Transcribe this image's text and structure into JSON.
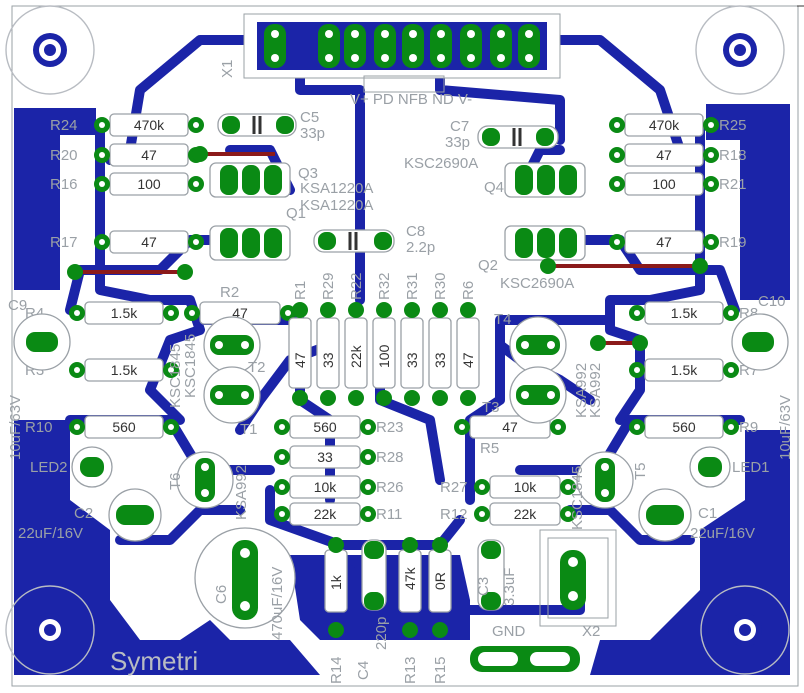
{
  "board": {
    "title": "Symetri",
    "connector_input": {
      "ref": "X1",
      "pins": "V+ PD NFB ND V-"
    },
    "connector_output": {
      "ref": "X2",
      "label": "GND"
    }
  },
  "colors": {
    "copper": "#1b24a8",
    "pad": "#0a8a14",
    "silkscreen": "#9aa0a6",
    "jumper": "#8b1a1a"
  },
  "resistors": [
    {
      "ref": "R24",
      "value": "470k"
    },
    {
      "ref": "R25",
      "value": "470k"
    },
    {
      "ref": "R20",
      "value": "47"
    },
    {
      "ref": "R18",
      "value": "47"
    },
    {
      "ref": "R16",
      "value": "100"
    },
    {
      "ref": "R21",
      "value": "100"
    },
    {
      "ref": "R17",
      "value": "47"
    },
    {
      "ref": "R19",
      "value": "47"
    },
    {
      "ref": "R4",
      "value": "1.5k"
    },
    {
      "ref": "R8",
      "value": "1.5k"
    },
    {
      "ref": "R3",
      "value": "1.5k"
    },
    {
      "ref": "R7",
      "value": "1.5k"
    },
    {
      "ref": "R10",
      "value": "560"
    },
    {
      "ref": "R9",
      "value": "560"
    },
    {
      "ref": "R2",
      "value": "47"
    },
    {
      "ref": "R5",
      "value": "47"
    },
    {
      "ref": "R23",
      "value": "560"
    },
    {
      "ref": "R28",
      "value": "33"
    },
    {
      "ref": "R26",
      "value": "10k"
    },
    {
      "ref": "R11",
      "value": "22k"
    },
    {
      "ref": "R27",
      "value": "10k"
    },
    {
      "ref": "R12",
      "value": "22k"
    },
    {
      "ref": "R1",
      "value": "47"
    },
    {
      "ref": "R29",
      "value": "33"
    },
    {
      "ref": "R22",
      "value": "22k"
    },
    {
      "ref": "R32",
      "value": "100"
    },
    {
      "ref": "R31",
      "value": "33"
    },
    {
      "ref": "R30",
      "value": "33"
    },
    {
      "ref": "R6",
      "value": "47"
    },
    {
      "ref": "R14",
      "value": "1k"
    },
    {
      "ref": "R13",
      "value": "47k"
    },
    {
      "ref": "R15",
      "value": "0R"
    }
  ],
  "capacitors": [
    {
      "ref": "C5",
      "value": "33p"
    },
    {
      "ref": "C7",
      "value": "33p"
    },
    {
      "ref": "C8",
      "value": "2.2p"
    },
    {
      "ref": "C9",
      "value": "10uF/63V"
    },
    {
      "ref": "C10",
      "value": "10uF/63V"
    },
    {
      "ref": "C2",
      "value": "22uF/16V"
    },
    {
      "ref": "C1",
      "value": "22uF/16V"
    },
    {
      "ref": "C6",
      "value": "470uF/16V"
    },
    {
      "ref": "C4",
      "value": "220p"
    },
    {
      "ref": "C3",
      "value": "3.3uF"
    }
  ],
  "transistors": [
    {
      "ref": "Q3",
      "part": "KSA1220A"
    },
    {
      "ref": "Q1",
      "part": "KSA1220A"
    },
    {
      "ref": "Q4",
      "part": "KSC2690A"
    },
    {
      "ref": "Q2",
      "part": "KSC2690A"
    },
    {
      "ref": "T2",
      "part": "KSC1845"
    },
    {
      "ref": "T1",
      "part": "KSC1845"
    },
    {
      "ref": "T4",
      "part": "KSA992"
    },
    {
      "ref": "T3",
      "part": "KSA992"
    },
    {
      "ref": "T6",
      "part": "KSA992"
    },
    {
      "ref": "T5",
      "part": "KSC1845"
    }
  ],
  "leds": [
    {
      "ref": "LED2"
    },
    {
      "ref": "LED1"
    }
  ]
}
